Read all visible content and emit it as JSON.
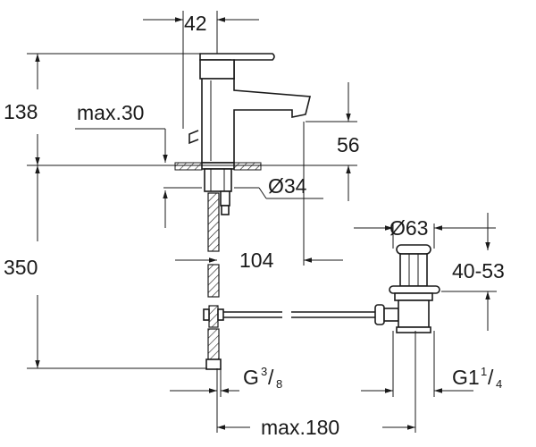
{
  "dimensions": {
    "spout_width": "42",
    "tap_height": "138",
    "max_thickness": "max.30",
    "spout_clearance": "56",
    "hole_diameter": "Ø34",
    "total_height": "350",
    "projection": "104",
    "waste_diameter": "Ø63",
    "waste_range": "40-53",
    "inlet_thread": "G",
    "inlet_num": "3",
    "inlet_den": "8",
    "waste_thread": "G1",
    "waste_num": "1",
    "waste_den": "4",
    "max_spread": "max.180"
  },
  "colors": {
    "line": "#1a1a1a",
    "background": "#ffffff"
  }
}
